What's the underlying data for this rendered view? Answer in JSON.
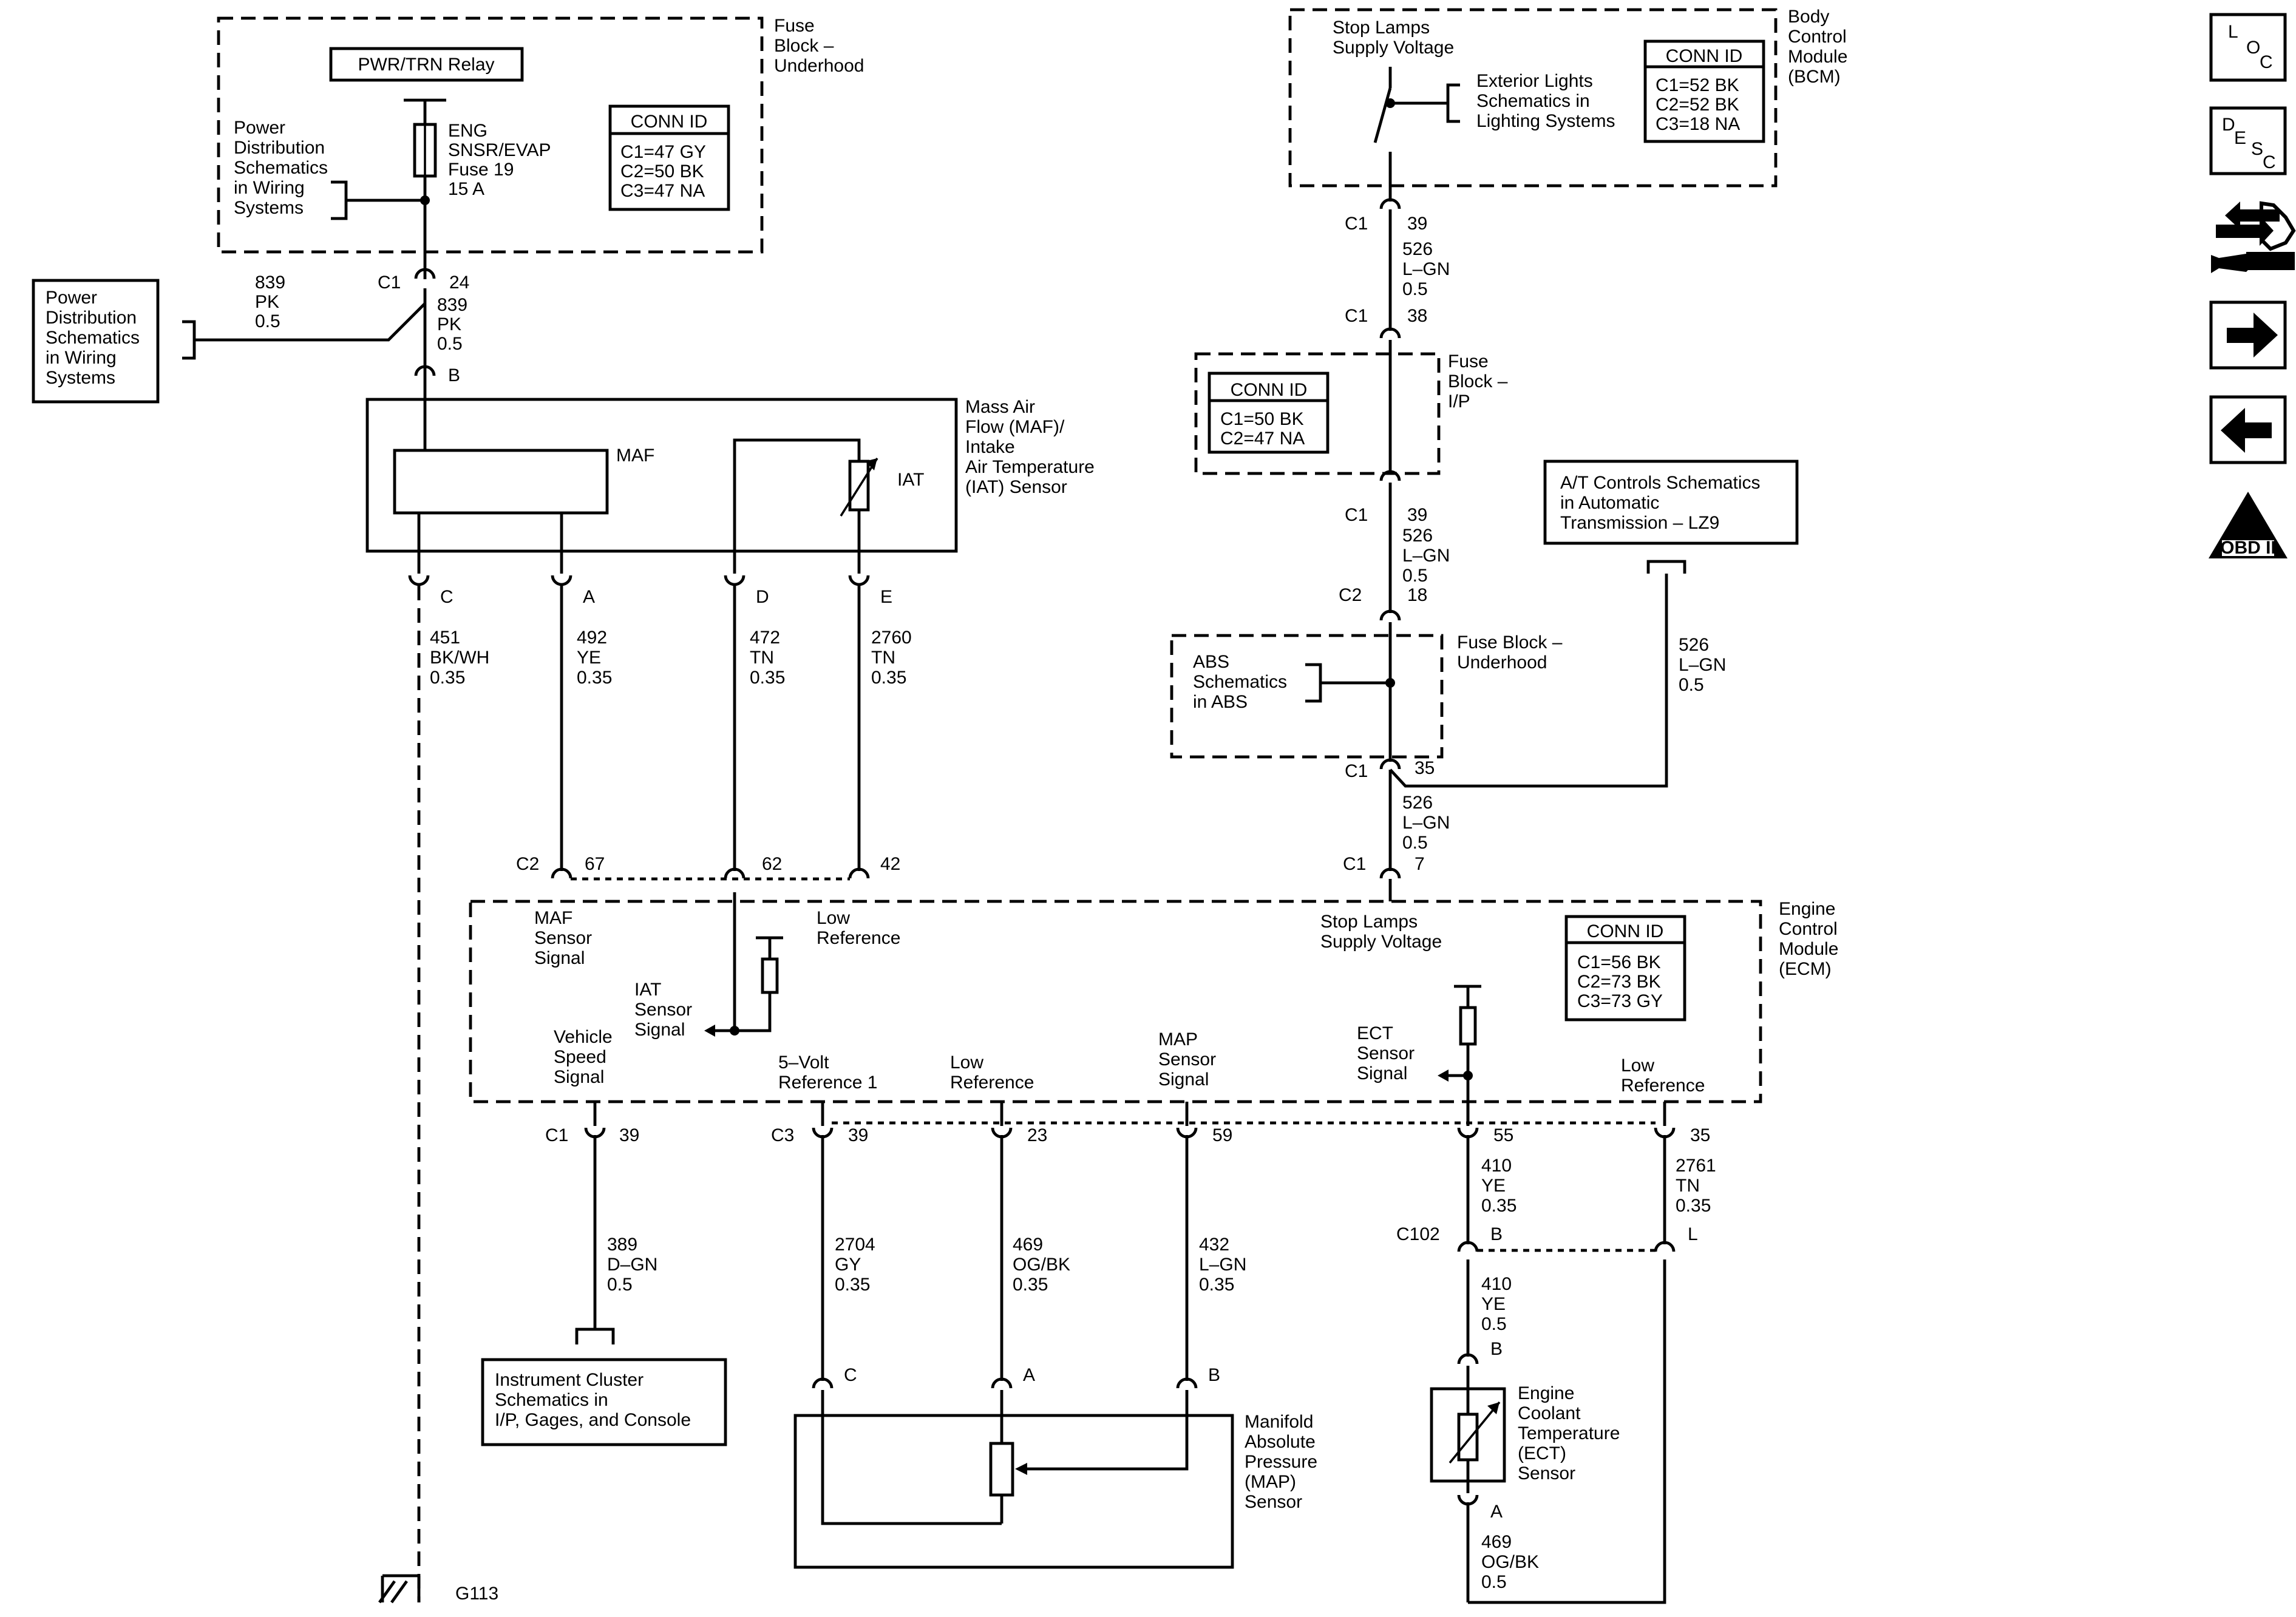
{
  "fuse_block_underhood_top": {
    "title": [
      "Fuse",
      "Block –",
      "Underhood"
    ],
    "relay": "PWR/TRN Relay",
    "fuse": [
      "ENG",
      "SNSR/EVAP",
      "Fuse 19",
      "15 A"
    ],
    "power_dist": [
      "Power",
      "Distribution",
      "Schematics",
      "in Wiring",
      "Systems"
    ],
    "conn_id_header": "CONN ID",
    "conn_ids": [
      "C1=47 GY",
      "C2=50 BK",
      "C3=47 NA"
    ]
  },
  "power_dist_left": [
    "Power",
    "Distribution",
    "Schematics",
    "in Wiring",
    "Systems"
  ],
  "feed_splice": {
    "conn": "C1",
    "pin": "24",
    "left_wire": [
      "839",
      "PK",
      "0.5"
    ],
    "right_wire": [
      "839",
      "PK",
      "0.5"
    ],
    "maf_pin": "B"
  },
  "maf_sensor": {
    "title": [
      "Mass Air",
      "Flow (MAF)/",
      "Intake",
      "Air Temperature",
      "(IAT) Sensor"
    ],
    "maf_label": "MAF",
    "iat_label": "IAT",
    "pins": [
      "C",
      "A",
      "D",
      "E"
    ],
    "wires": [
      [
        "451",
        "BK/WH",
        "0.35"
      ],
      [
        "492",
        "YE",
        "0.35"
      ],
      [
        "472",
        "TN",
        "0.35"
      ],
      [
        "2760",
        "TN",
        "0.35"
      ]
    ]
  },
  "bcm": {
    "title": [
      "Body",
      "Control",
      "Module",
      "(BCM)"
    ],
    "supply": [
      "Stop Lamps",
      "Supply Voltage"
    ],
    "ext_lights": [
      "Exterior Lights",
      "Schematics in",
      "Lighting Systems"
    ],
    "conn_id_header": "CONN ID",
    "conn_ids": [
      "C1=52 BK",
      "C2=52 BK",
      "C3=18 NA"
    ]
  },
  "stop_circuit": {
    "bcm_conn": "C1",
    "bcm_pin": "39",
    "wire1": [
      "526",
      "L–GN",
      "0.5"
    ],
    "ip_in_conn": "C1",
    "ip_in_pin": "38",
    "ip_out_conn": "C1",
    "ip_out_pin": "39",
    "wire2": [
      "526",
      "L–GN",
      "0.5"
    ],
    "uh_in_conn": "C2",
    "uh_in_pin": "18",
    "uh_out_conn": "C1",
    "uh_out_pin": "35",
    "wire3": [
      "526",
      "L–GN",
      "0.5"
    ],
    "ecm_conn": "C1",
    "ecm_pin": "7",
    "at_wire": [
      "526",
      "L–GN",
      "0.5"
    ]
  },
  "fuse_block_ip": {
    "title": [
      "Fuse",
      "Block –",
      "I/P"
    ],
    "conn_id_header": "CONN ID",
    "conn_ids": [
      "C1=50 BK",
      "C2=47 NA"
    ]
  },
  "fuse_block_underhood_mid": {
    "title": [
      "Fuse Block –",
      "Underhood"
    ],
    "abs": [
      "ABS",
      "Schematics",
      "in ABS"
    ]
  },
  "at_controls": [
    "A/T Controls Schematics",
    "in Automatic",
    "Transmission – LZ9"
  ],
  "ecm": {
    "title": [
      "Engine",
      "Control",
      "Module",
      "(ECM)"
    ],
    "conn_id_header": "CONN ID",
    "conn_ids": [
      "C1=56 BK",
      "C2=73 BK",
      "C3=73 GY"
    ],
    "top_conn": "C2",
    "top_pins": [
      "67",
      "62",
      "42"
    ],
    "maf_signal": [
      "MAF",
      "Sensor",
      "Signal"
    ],
    "low_ref_top": [
      "Low",
      "Reference"
    ],
    "iat_signal": [
      "IAT",
      "Sensor",
      "Signal"
    ],
    "stop_supply": [
      "Stop Lamps",
      "Supply Voltage"
    ],
    "vss": [
      "Vehicle",
      "Speed",
      "Signal"
    ],
    "five_volt": [
      "5–Volt",
      "Reference 1"
    ],
    "low_ref_mid": [
      "Low",
      "Reference"
    ],
    "map_signal": [
      "MAP",
      "Sensor",
      "Signal"
    ],
    "ect_signal": [
      "ECT",
      "Sensor",
      "Signal"
    ],
    "low_ref_right": [
      "Low",
      "Reference"
    ],
    "vss_conn": "C1",
    "vss_pin": "39",
    "bottom_conn": "C3",
    "bottom_pins": [
      "39",
      "23",
      "59",
      "55",
      "35"
    ]
  },
  "vss_wire": [
    "389",
    "D–GN",
    "0.5"
  ],
  "instrument_cluster": [
    "Instrument Cluster",
    "Schematics in",
    "I/P, Gages, and Console"
  ],
  "map_wires": [
    [
      "2704",
      "GY",
      "0.35"
    ],
    [
      "469",
      "OG/BK",
      "0.35"
    ],
    [
      "432",
      "L–GN",
      "0.35"
    ]
  ],
  "map_sensor": {
    "title": [
      "Manifold",
      "Absolute",
      "Pressure",
      "(MAP)",
      "Sensor"
    ],
    "pins": [
      "C",
      "A",
      "B"
    ]
  },
  "ect_circuit": {
    "wire_ecm": [
      "410",
      "YE",
      "0.35"
    ],
    "wire_low": [
      "2761",
      "TN",
      "0.35"
    ],
    "c102": "C102",
    "c102_pin_b": "B",
    "c102_pin_l": "L",
    "wire_sensor": [
      "410",
      "YE",
      "0.5"
    ],
    "sensor_pin_b": "B",
    "sensor_pin_a": "A",
    "sensor_title": [
      "Engine",
      "Coolant",
      "Temperature",
      "(ECT)",
      "Sensor"
    ],
    "wire_return": [
      "469",
      "OG/BK",
      "0.5"
    ]
  },
  "ground": "G113",
  "nav": {
    "loc": [
      "L",
      "O",
      "C"
    ],
    "desc": [
      "D",
      "E",
      "S",
      "C"
    ],
    "obd": "OBD II",
    "obd_numeral": "II",
    "icons": [
      "loc-icon",
      "desc-icon",
      "connector-repair-icon",
      "next-arrow-icon",
      "previous-arrow-icon",
      "obd-ii-icon"
    ]
  }
}
